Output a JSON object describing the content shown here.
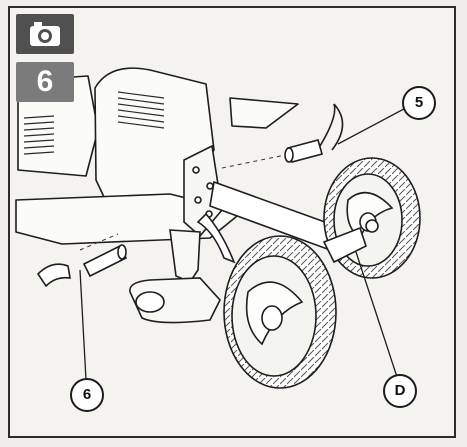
{
  "step": {
    "icon": "camera-icon",
    "number": "6"
  },
  "callouts": {
    "pin": "5",
    "clip": "6",
    "axle": "D"
  },
  "colors": {
    "frame": "#2c2c2c",
    "camera_tile": "#505050",
    "step_tile": "#7b7b7b",
    "line_art": "#1e1e1e",
    "paper": "#f4f3ef"
  }
}
